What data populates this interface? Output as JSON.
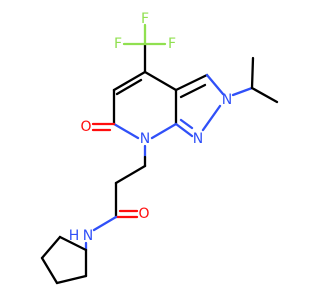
{
  "molecule": {
    "atoms": {
      "F_top": "F",
      "F_left": "F",
      "F_right": "F",
      "O_carbonyl_ring": "O",
      "N_ring_7": "N",
      "N_ring_1": "N",
      "N_ring_2": "N",
      "O_amide": "O",
      "N_amide": "N",
      "H_amide": "H"
    },
    "colors": {
      "carbon": "#000000",
      "nitrogen": "#3050f8",
      "oxygen": "#ff0d0d",
      "fluorine": "#90e050"
    }
  }
}
